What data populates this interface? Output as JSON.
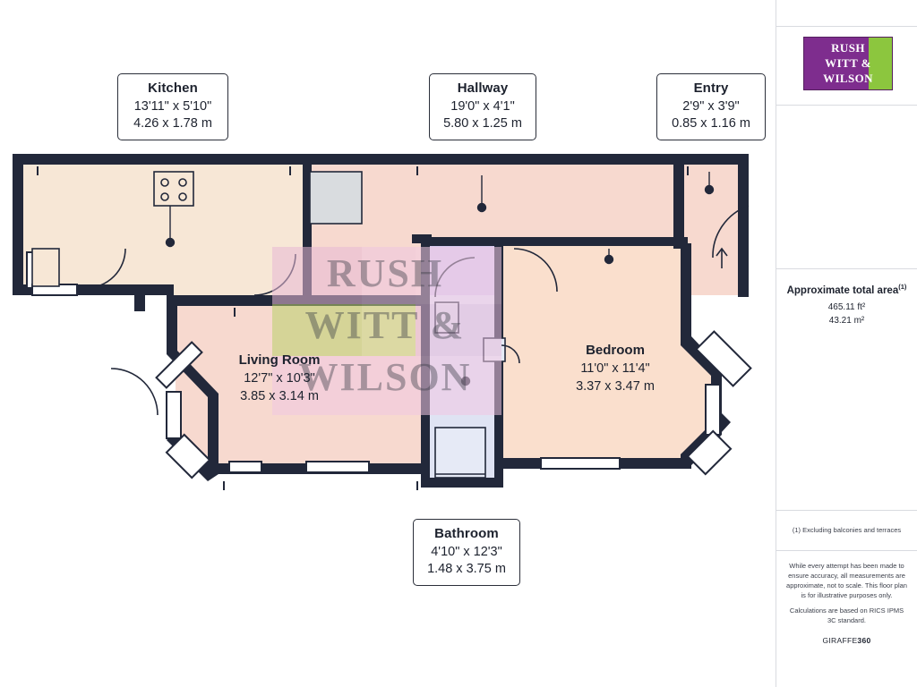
{
  "document": {
    "type": "floor-plan",
    "brand": {
      "logo_line1": "RUSH",
      "logo_line2": "WITT &",
      "logo_line3": "WILSON",
      "logo_purple": "#7e2d8e",
      "logo_green": "#8cc63e",
      "footer": "GIRAFFE",
      "footer_accent": "360"
    },
    "watermark": {
      "line1": "RUSH",
      "line2": "WITT &",
      "line3": "WILSON"
    }
  },
  "rooms": [
    {
      "key": "kitchen",
      "name": "Kitchen",
      "imperial": "13'11\" x 5'10\"",
      "metric": "4.26 x 1.78 m"
    },
    {
      "key": "hallway",
      "name": "Hallway",
      "imperial": "19'0\" x 4'1\"",
      "metric": "5.80 x 1.25 m"
    },
    {
      "key": "entry",
      "name": "Entry",
      "imperial": "2'9\" x 3'9\"",
      "metric": "0.85 x 1.16 m"
    },
    {
      "key": "living_room",
      "name": "Living Room",
      "imperial": "12'7\" x 10'3\"",
      "metric": "3.85 x 3.14 m"
    },
    {
      "key": "bedroom",
      "name": "Bedroom",
      "imperial": "11'0\" x 11'4\"",
      "metric": "3.37 x 3.47 m"
    },
    {
      "key": "bathroom",
      "name": "Bathroom",
      "imperial": "4'10\" x 12'3\"",
      "metric": "1.48 x 3.75 m"
    }
  ],
  "panel": {
    "area_title": "Approximate total area",
    "area_title_sup": "(1)",
    "area_sqft": "465.11 ft²",
    "area_sqm": "43.21 m²",
    "exclusion_note": "(1) Excluding balconies and terraces",
    "disclaimer": "While every attempt has been made to ensure accuracy, all measurements are approximate, not to scale. This floor plan is for illustrative purposes only.",
    "calc_note": "Calculations are based on RICS IPMS 3C standard."
  },
  "colors": {
    "wall": "#22283a",
    "kitchen_fill": "#f7e7d6",
    "hallway_fill": "#f7d9cf",
    "living_fill": "#f7d9cf",
    "bedroom_fill": "#fadfcd",
    "bathroom_fill": "#dfe3f3",
    "window_fill": "#ffffff",
    "label_border": "#2b2f3a"
  }
}
